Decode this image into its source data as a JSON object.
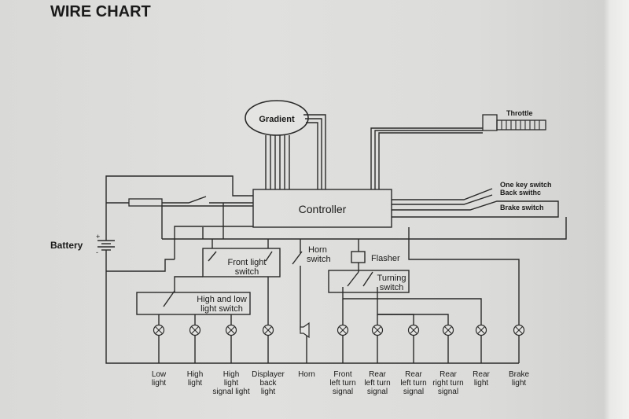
{
  "title": "WIRE CHART",
  "components": {
    "gradient": "Gradient",
    "throttle": "Throttle",
    "controller": "Controller",
    "one_key_switch": "One key switch",
    "back_switch": "Back swithc",
    "brake_switch": "Brake switch",
    "battery": "Battery",
    "battery_plus": "+",
    "battery_minus": "-",
    "horn_switch": [
      "Horn",
      "switch"
    ],
    "flasher": "Flasher",
    "front_light_switch": [
      "Front light",
      "switch"
    ],
    "turning_switch": [
      "Turning",
      "switch"
    ],
    "high_low_light_switch": [
      "High and low",
      "light switch"
    ]
  },
  "loads": [
    {
      "label": [
        "Low",
        "light"
      ],
      "kind": "bulb"
    },
    {
      "label": [
        "High",
        "light"
      ],
      "kind": "bulb"
    },
    {
      "label": [
        "High",
        "light",
        "signal light"
      ],
      "kind": "bulb"
    },
    {
      "label": [
        "Displayer",
        "back",
        "light"
      ],
      "kind": "bulb"
    },
    {
      "label": [
        "Horn"
      ],
      "kind": "horn"
    },
    {
      "label": [
        "Front",
        "left turn",
        "signal"
      ],
      "kind": "bulb"
    },
    {
      "label": [
        "Rear",
        "left turn",
        "signal"
      ],
      "kind": "bulb"
    },
    {
      "label": [
        "Rear",
        "left turn",
        "signal"
      ],
      "kind": "bulb"
    },
    {
      "label": [
        "Rear",
        "right turn",
        "signal"
      ],
      "kind": "bulb"
    },
    {
      "label": [
        "Rear",
        "light"
      ],
      "kind": "bulb"
    },
    {
      "label": [
        "Brake",
        "light"
      ],
      "kind": "bulb"
    }
  ]
}
